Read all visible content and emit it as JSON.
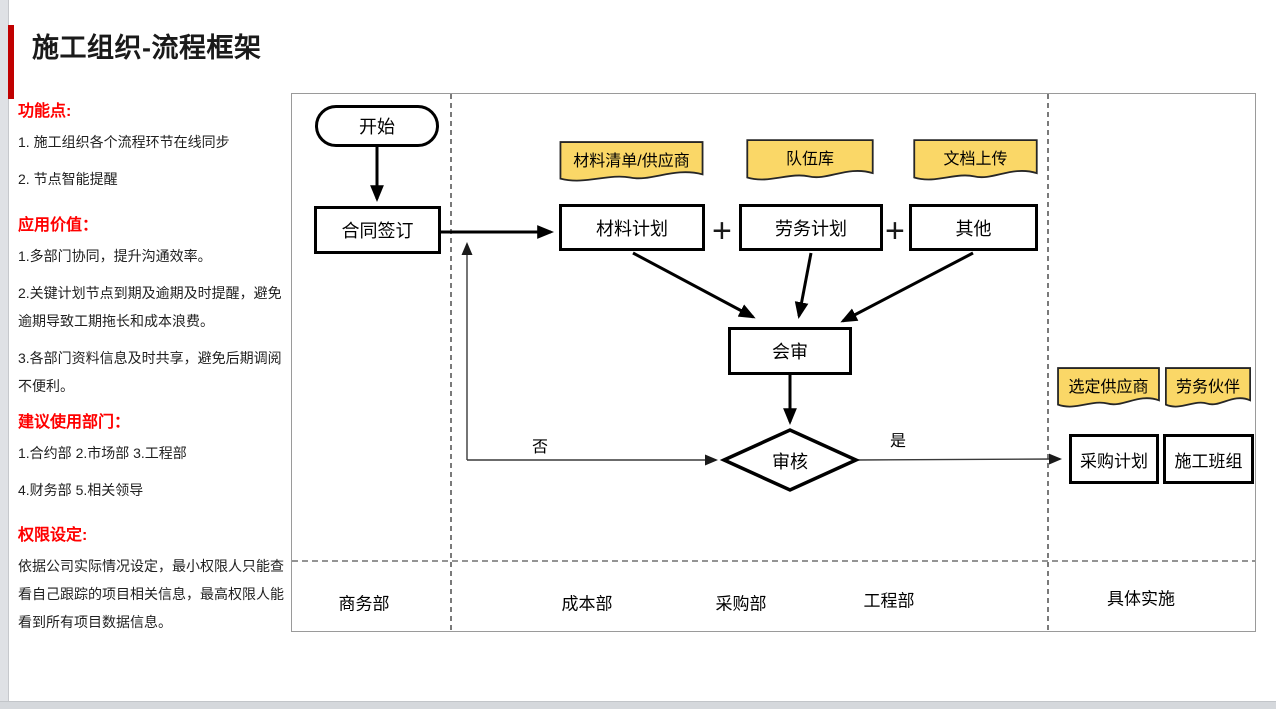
{
  "title": "施工组织-流程框架",
  "sidebar": {
    "sections": [
      {
        "heading": "功能点:",
        "lines": [
          "1. 施工组织各个流程环节在线同步",
          "2. 节点智能提醒"
        ]
      },
      {
        "heading": "应用价值：",
        "lines": [
          "1.多部门协同，提升沟通效率。",
          "2.关键计划节点到期及逾期及时提醒，避免逾期导致工期拖长和成本浪费。",
          "3.各部门资料信息及时共享，避免后期调阅不便利。"
        ]
      },
      {
        "heading": "建议使用部门：",
        "lines": [
          "1.合约部 2.市场部 3.工程部",
          "4.财务部 5.相关领导"
        ]
      },
      {
        "heading": "权限设定:",
        "lines": [
          "依据公司实际情况设定，最小权限人只能查看自己跟踪的项目相关信息，最高权限人能看到所有项目数据信息。"
        ]
      }
    ]
  },
  "flowchart": {
    "nodes": {
      "start": "开始",
      "contract": "合同签订",
      "material": "材料计划",
      "labor": "劳务计划",
      "other": "其他",
      "joint_review": "会审",
      "review": "审核",
      "purchase": "采购计划",
      "crew": "施工班组"
    },
    "notes": {
      "material_list": "材料清单/供应商",
      "team_library": "队伍库",
      "doc_upload": "文档上传",
      "selected_supplier": "选定供应商",
      "labor_partner": "劳务伙伴"
    },
    "edge_labels": {
      "no": "否",
      "yes": "是"
    },
    "plus": "+",
    "lanes": [
      "商务部",
      "成本部",
      "采购部",
      "工程部",
      "具体实施"
    ],
    "colors": {
      "note_fill": "#FAD767",
      "note_stroke": "#262626",
      "heading_red": "#FF0000",
      "accent_bar": "#C00000"
    }
  }
}
